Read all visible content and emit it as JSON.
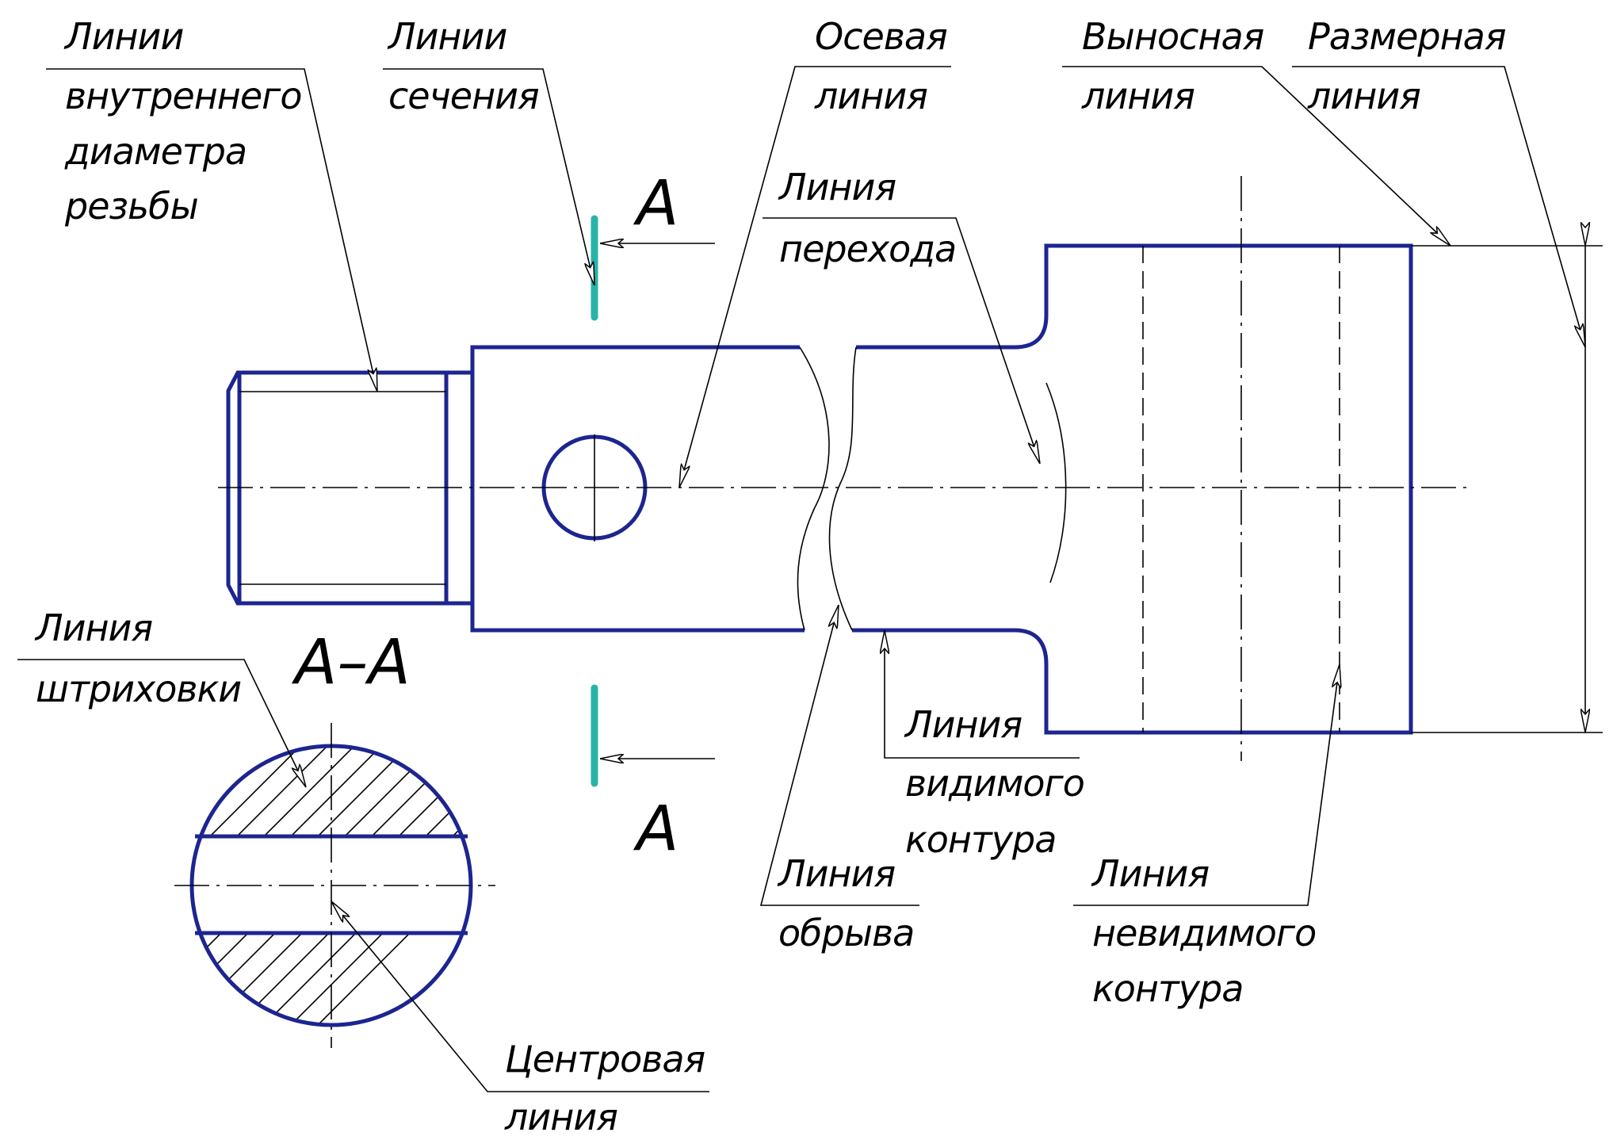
{
  "colors": {
    "contour": "#1c2590",
    "section_mark": "#27b3a7",
    "thin": "#000000",
    "background": "#ffffff"
  },
  "labels": {
    "thread_inner": [
      "Линии",
      "внутреннего",
      "диаметра",
      "резьбы"
    ],
    "section_lines": [
      "Линии",
      "сечения"
    ],
    "axial_line": [
      "Осевая",
      "линия"
    ],
    "extension_line": [
      "Выносная",
      "линия"
    ],
    "dimension_line": [
      "Размерная",
      "линия"
    ],
    "transition_line": [
      "Линия",
      "перехода"
    ],
    "hatching_line": [
      "Линия",
      "штриховки"
    ],
    "visible_contour": [
      "Линия",
      "видимого",
      "контура"
    ],
    "break_line": [
      "Линия",
      "обрыва"
    ],
    "hidden_contour": [
      "Линия",
      "невидимого",
      "контура"
    ],
    "center_line": [
      "Центровая",
      "линия"
    ]
  },
  "section": {
    "letter_top": "А",
    "letter_bottom": "А",
    "view_title": "А–А"
  }
}
